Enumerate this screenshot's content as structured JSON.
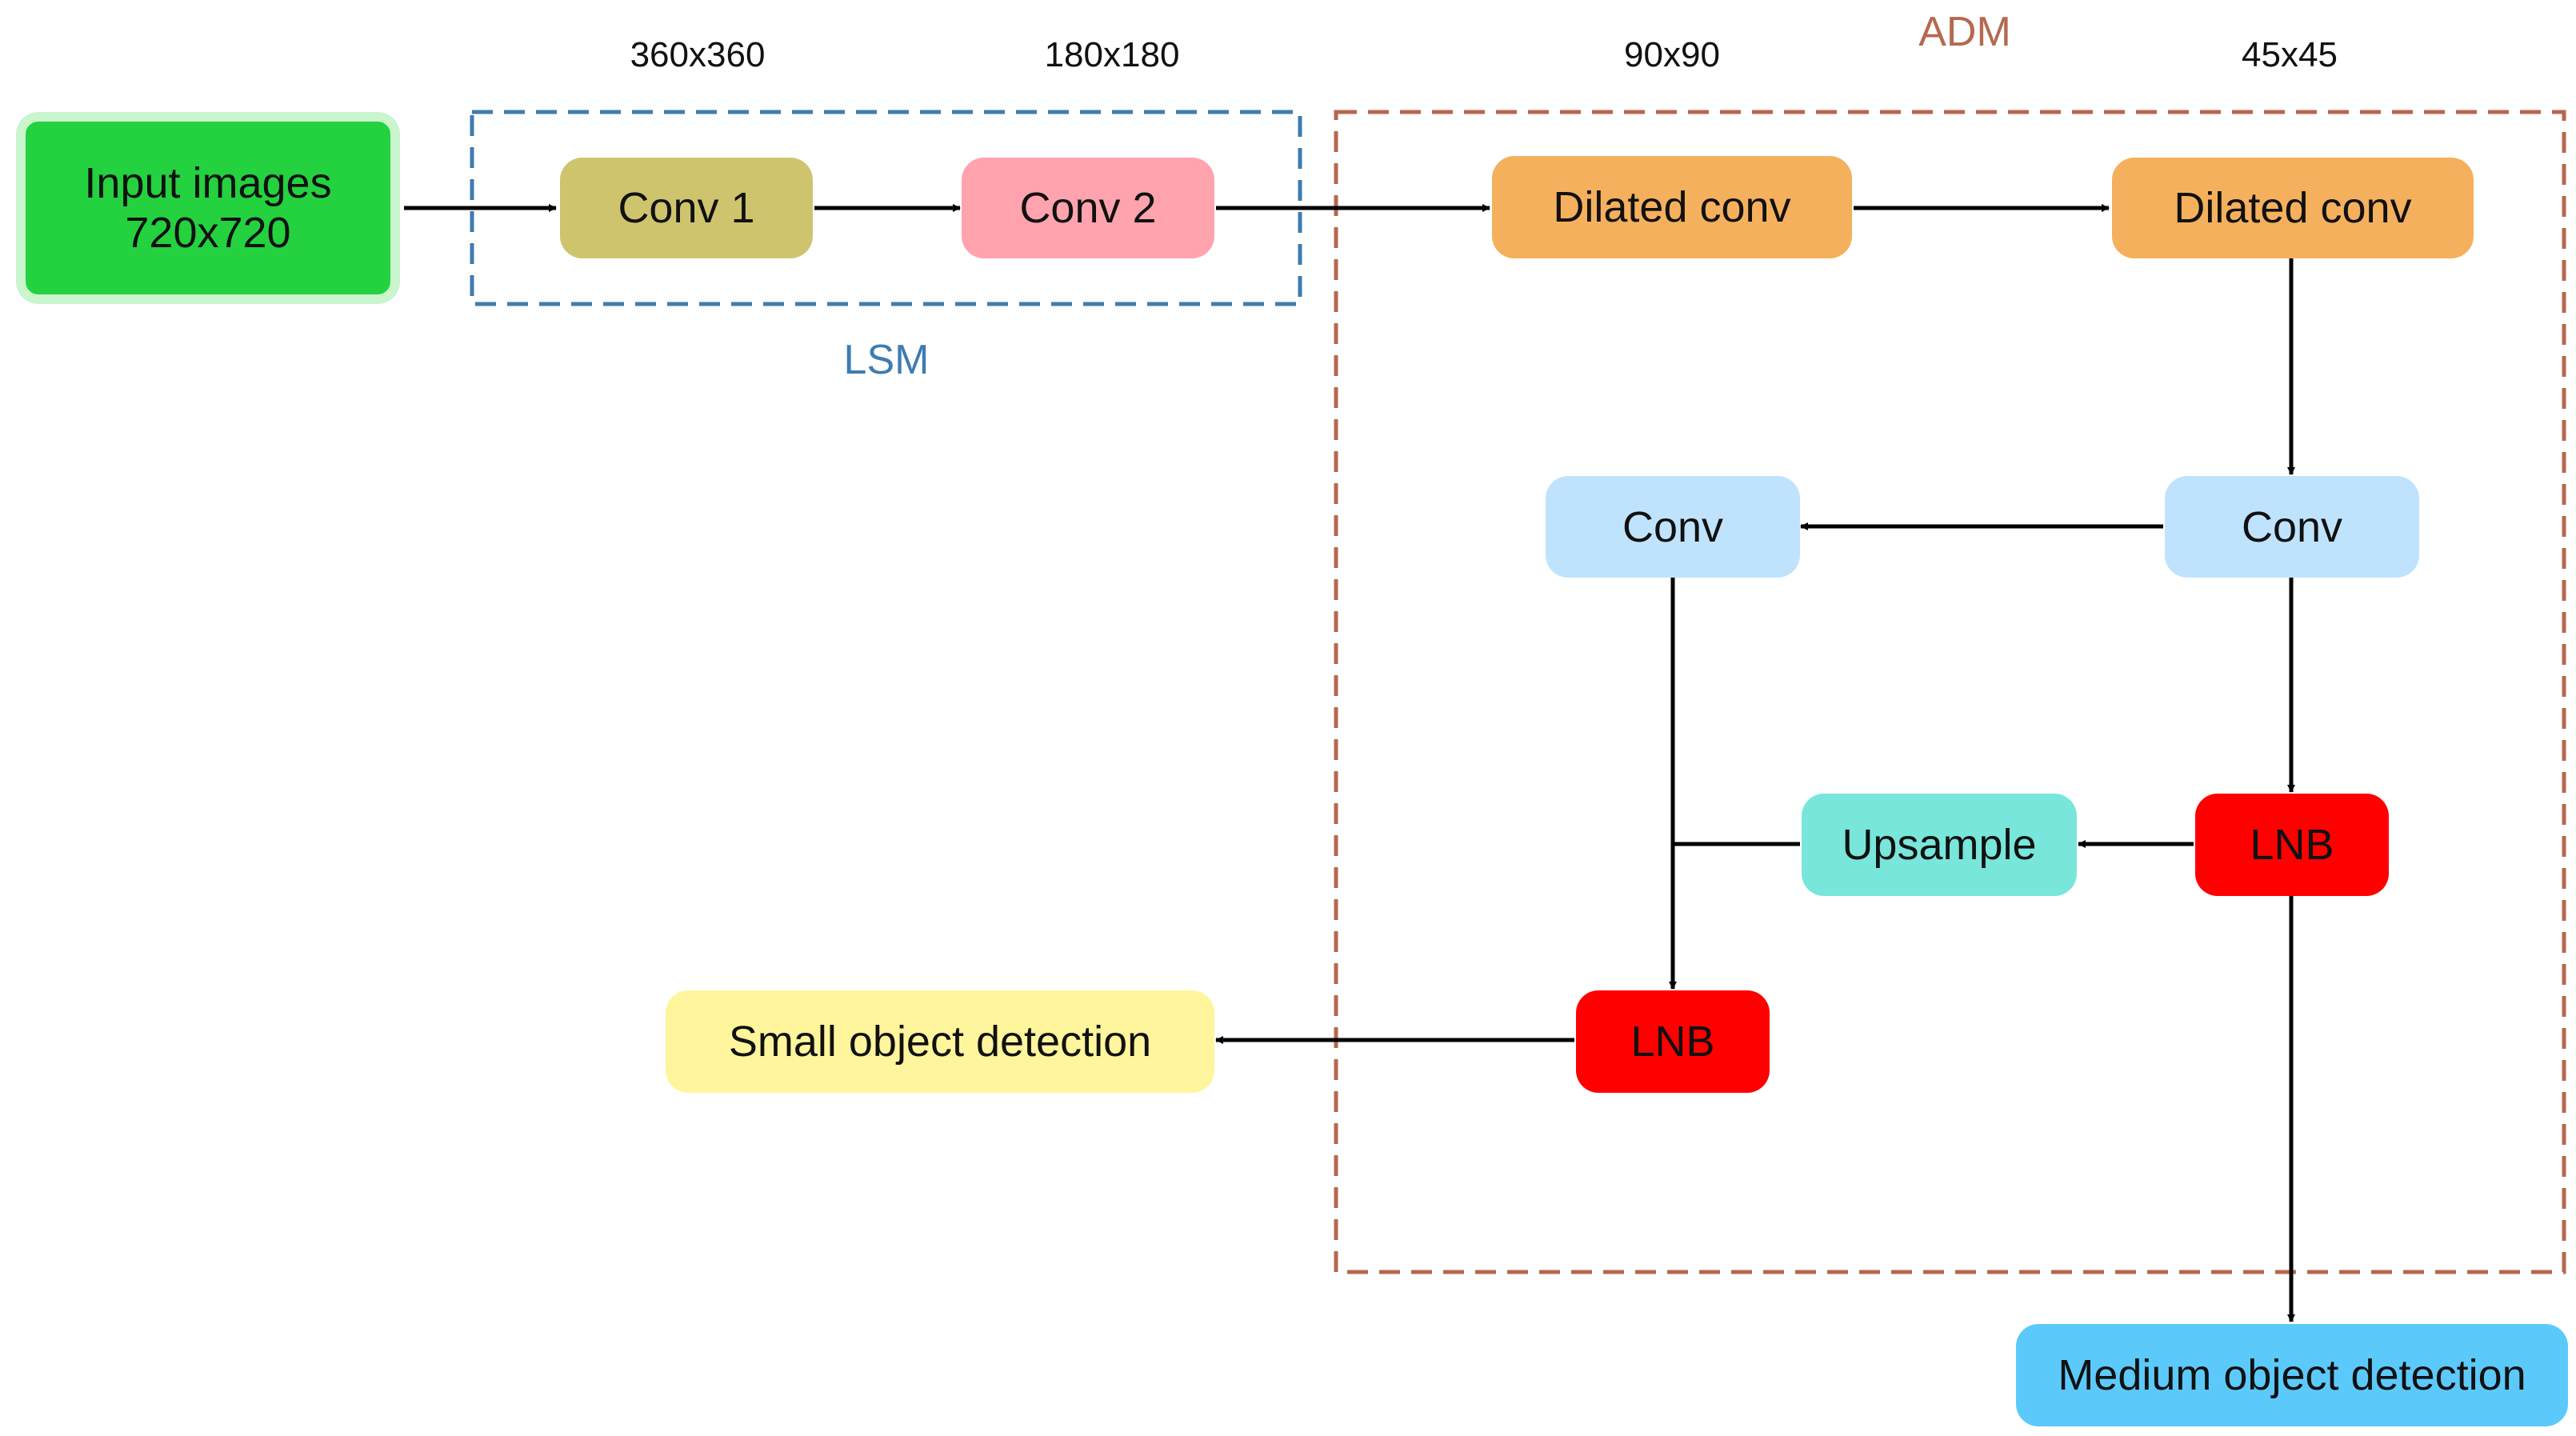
{
  "groups": {
    "lsm": {
      "label": "LSM",
      "color": "#3e7cb1"
    },
    "adm": {
      "label": "ADM",
      "color": "#b5694f"
    }
  },
  "resolutions": {
    "r360": "360x360",
    "r180": "180x180",
    "r90": "90x90",
    "r45": "45x45"
  },
  "nodes": {
    "input": {
      "label": "Input images\n720x720",
      "color": "#24d13f",
      "border": "#c9f5cf"
    },
    "conv1": {
      "label": "Conv 1",
      "color": "#cfc46e"
    },
    "conv2": {
      "label": "Conv 2",
      "color": "#ffa3ae"
    },
    "dilated1": {
      "label": "Dilated conv",
      "color": "#f5b05e"
    },
    "dilated2": {
      "label": "Dilated conv",
      "color": "#f5b05e"
    },
    "conv_right": {
      "label": "Conv",
      "color": "#bfe3fd"
    },
    "conv_left": {
      "label": "Conv",
      "color": "#bfe3fd"
    },
    "lnb_right": {
      "label": "LNB",
      "color": "#ff0000"
    },
    "upsample": {
      "label": "Upsample",
      "color": "#78e6da"
    },
    "lnb_left": {
      "label": "LNB",
      "color": "#ff0000"
    },
    "small_det": {
      "label": "Small object detection",
      "color": "#fff59c"
    },
    "medium_det": {
      "label": "Medium object detection",
      "color": "#5cc9fb"
    }
  }
}
